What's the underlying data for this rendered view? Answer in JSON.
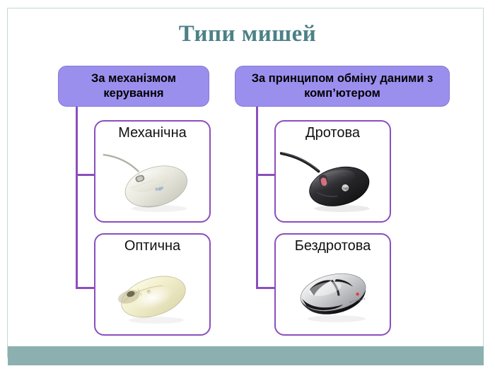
{
  "slide": {
    "title": "Типи мишей",
    "title_color": "#4c8186",
    "background_color": "#ffffff",
    "frame_color": "#c6d6d4",
    "footer_band_color": "#8bb0af",
    "header_fill_color": "#9b8fee",
    "header_border_color": "#8578d8",
    "connector_color": "#8a4fbe",
    "card_border_color": "#8a4fbe"
  },
  "branches": [
    {
      "id": "control-mechanism",
      "header": "За механізмом керування",
      "items": [
        {
          "id": "mechanical",
          "label": "Механічна",
          "image": "mechanical-mouse-photo"
        },
        {
          "id": "optical",
          "label": "Оптична",
          "image": "optical-mouse-photo"
        }
      ]
    },
    {
      "id": "data-exchange",
      "header": "За принципом обміну даними з комп’ютером",
      "items": [
        {
          "id": "wired",
          "label": "Дротова",
          "image": "wired-mouse-photo"
        },
        {
          "id": "wireless",
          "label": "Бездротова",
          "image": "wireless-mouse-photo"
        }
      ]
    }
  ]
}
